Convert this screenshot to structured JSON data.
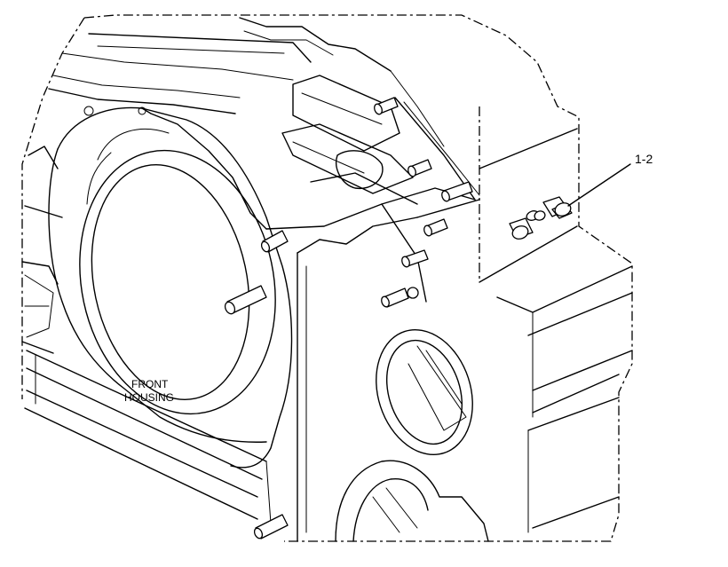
{
  "figure": {
    "callouts": [
      {
        "text": "1-2"
      }
    ],
    "labels": {
      "housing_line1": "FRONT",
      "housing_line2": "HOUSING"
    }
  }
}
